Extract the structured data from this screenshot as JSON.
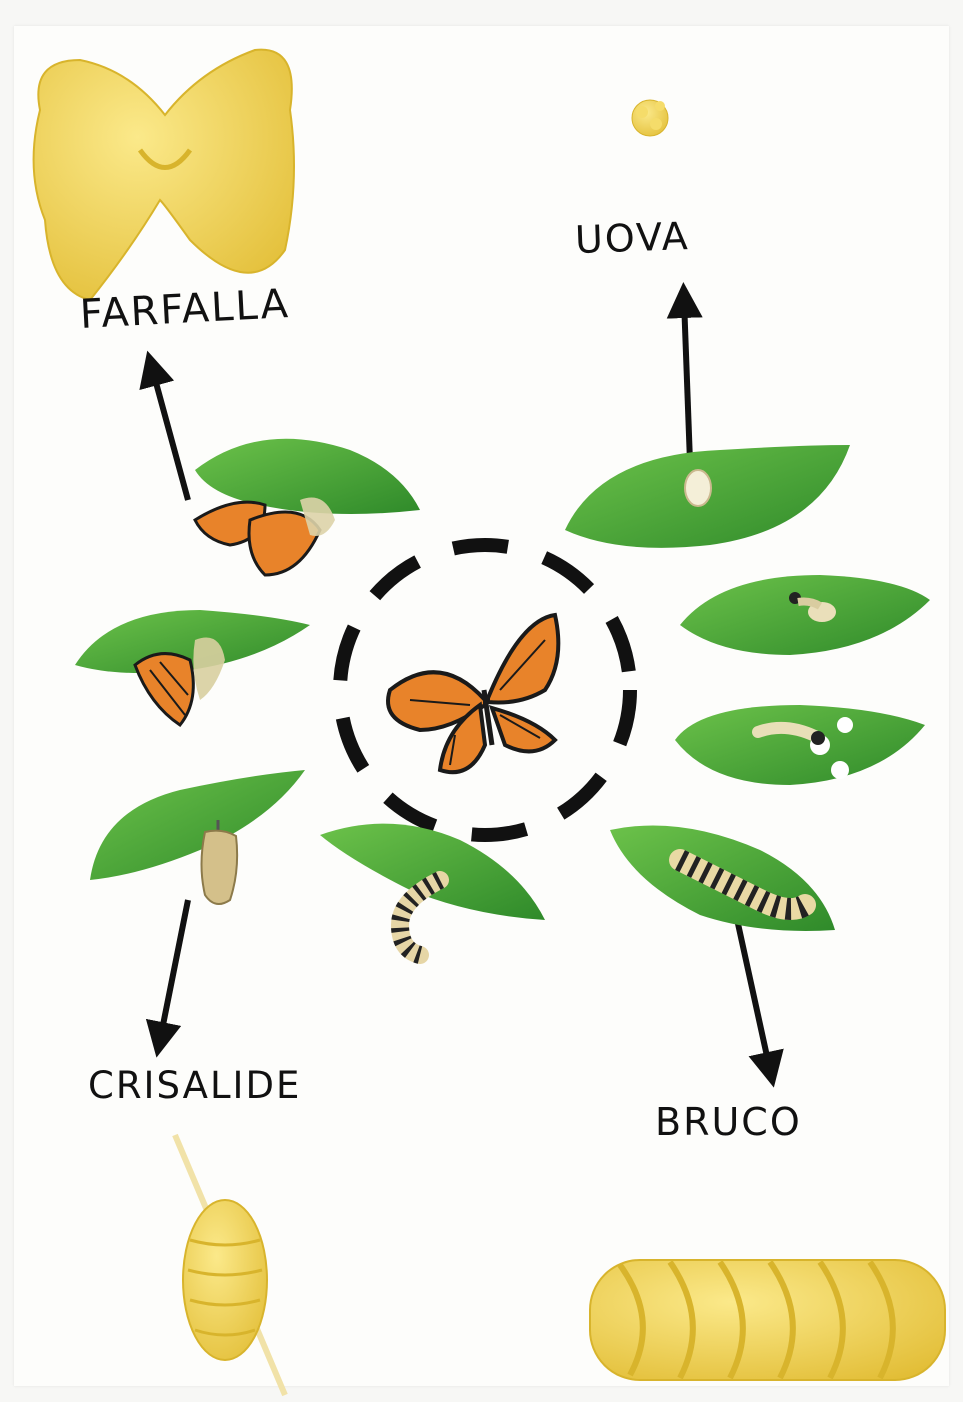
{
  "stages": {
    "farfalla": "FARFALLA",
    "uova": "UOVA",
    "crisalide": "CRISALIDE",
    "bruco": "BRUCO"
  },
  "colors": {
    "leaf": "#4fae3c",
    "leaf_dark": "#2e7a26",
    "wing": "#e8832a",
    "wing_vein": "#1a1a1a",
    "pasta": "#f3d650",
    "pasta_shadow": "#d8b42c",
    "arrow": "#111111"
  }
}
